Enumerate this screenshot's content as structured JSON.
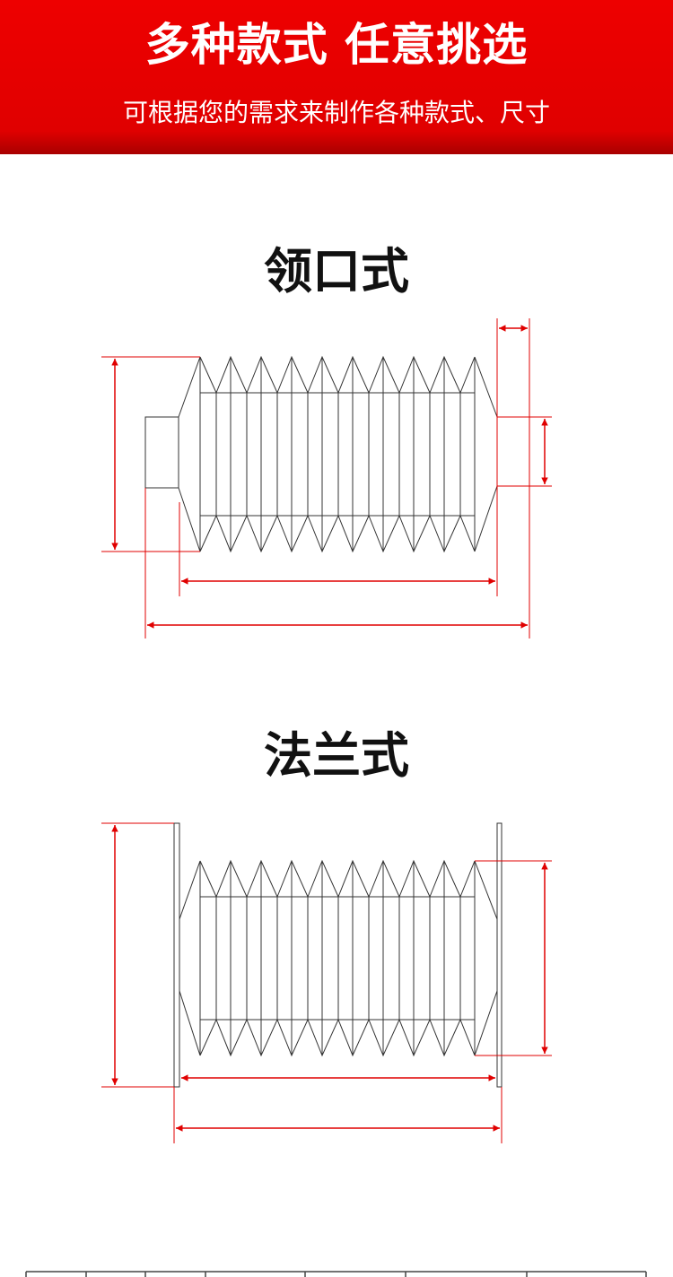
{
  "header": {
    "title": "多种款式 任意挑选",
    "subtitle": "可根据您的需求来制作各种款式、尺寸"
  },
  "sections": [
    {
      "title": "领口式"
    },
    {
      "title": "法兰式"
    }
  ],
  "colors": {
    "header": "#e60000",
    "dimension": "#e00000",
    "outline": "#333333"
  }
}
